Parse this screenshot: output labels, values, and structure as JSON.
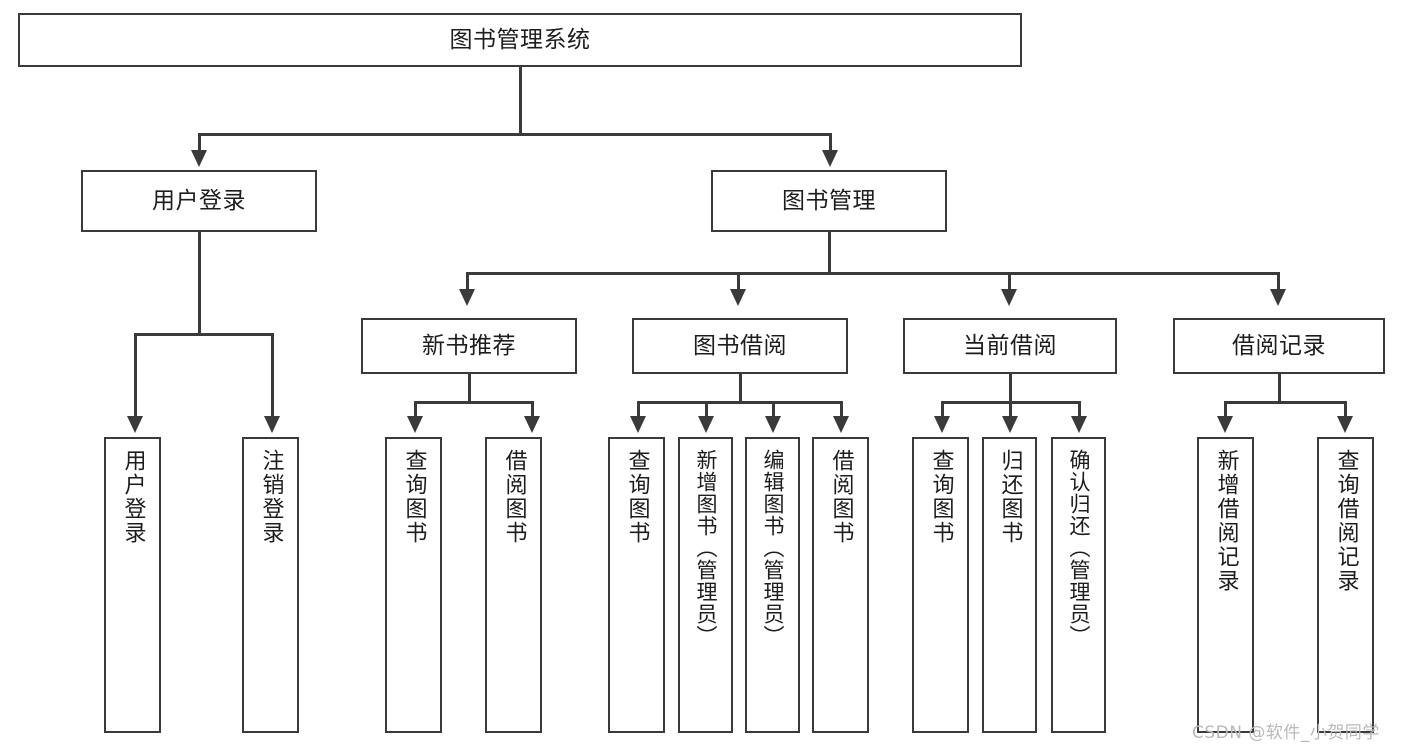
{
  "diagram": {
    "title": "图书管理系统",
    "type": "tree-hierarchy",
    "watermark": "CSDN @软件_小贺同学",
    "colors": {
      "background": "#ffffff",
      "stroke": "#3a3a3a",
      "text": "#1d1d1d",
      "watermark": "#b9b9b9"
    },
    "nodes": {
      "root": {
        "label": "图书管理系统"
      },
      "level2": [
        {
          "label": "用户登录"
        },
        {
          "label": "图书管理"
        }
      ],
      "level3": [
        {
          "label": "新书推荐"
        },
        {
          "label": "图书借阅"
        },
        {
          "label": "当前借阅"
        },
        {
          "label": "借阅记录"
        }
      ],
      "leaves": {
        "user_login": [
          {
            "label": "用户登录"
          },
          {
            "label": "注销登录"
          }
        ],
        "new_book": [
          {
            "label": "查询图书"
          },
          {
            "label": "借阅图书"
          }
        ],
        "book_borrow": [
          {
            "label": "查询图书"
          },
          {
            "label": "新增图书（管理员）"
          },
          {
            "label": "编辑图书（管理员）"
          },
          {
            "label": "借阅图书"
          }
        ],
        "current_borrow": [
          {
            "label": "查询图书"
          },
          {
            "label": "归还图书"
          },
          {
            "label": "确认归还（管理员）"
          }
        ],
        "borrow_record": [
          {
            "label": "新增借阅记录"
          },
          {
            "label": "查询借阅记录"
          }
        ]
      }
    }
  }
}
